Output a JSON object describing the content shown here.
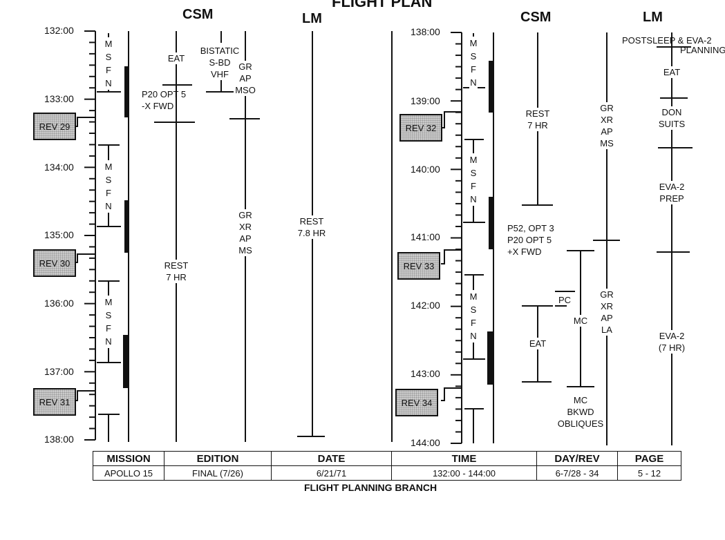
{
  "title": "FLIGHT PLAN",
  "headers": {
    "csm_left": "CSM",
    "lm_left": "LM",
    "csm_right": "CSM",
    "lm_right": "LM"
  },
  "left_times": [
    "132:00",
    "133:00",
    "134:00",
    "135:00",
    "136:00",
    "137:00",
    "138:00"
  ],
  "right_times": [
    "138:00",
    "139:00",
    "140:00",
    "141:00",
    "142:00",
    "143:00",
    "144:00"
  ],
  "revs": [
    "REV 29",
    "REV 30",
    "REV 31",
    "REV 32",
    "REV 33",
    "REV 34"
  ],
  "msfn": "M\nS\nF\nN",
  "left": {
    "csm_eat": "EAT",
    "csm_p20": "P20 OPT 5\n-X FWD",
    "csm_rest": "REST\n7 HR",
    "bistatic": "BISTATIC\nS-BD\nVHF",
    "gr_ap_mso": "GR\nAP\nMSO",
    "gr_xr_ap_ms": "GR\nXR\nAP\nMS",
    "lm_rest": "REST\n7.8 HR"
  },
  "right": {
    "csm_rest": "REST\n7 HR",
    "p52": "P52, OPT 3\nP20 OPT 5\n+X FWD",
    "pc": "PC",
    "mc": "MC",
    "csm_eat": "EAT",
    "mc_bkwd": "MC\nBKWD\nOBLIQUES",
    "gr_xr_ap_ms": "GR\nXR\nAP\nMS",
    "gr_xr_ap_la": "GR\nXR\nAP\nLA",
    "postsleep": "POSTSLEEP & EVA-2",
    "planning": "PLANNING",
    "lm_eat": "EAT",
    "don_suits": "DON\nSUITS",
    "eva_prep": "EVA-2\nPREP",
    "eva": "EVA-2\n(7 HR)"
  },
  "table": {
    "headers": [
      "MISSION",
      "EDITION",
      "DATE",
      "TIME",
      "DAY/REV",
      "PAGE"
    ],
    "values": [
      "APOLLO 15",
      "FINAL (7/26)",
      "6/21/71",
      "132:00 - 144:00",
      "6-7/28 - 34",
      "5 - 12"
    ]
  },
  "footer": "FLIGHT PLANNING BRANCH"
}
